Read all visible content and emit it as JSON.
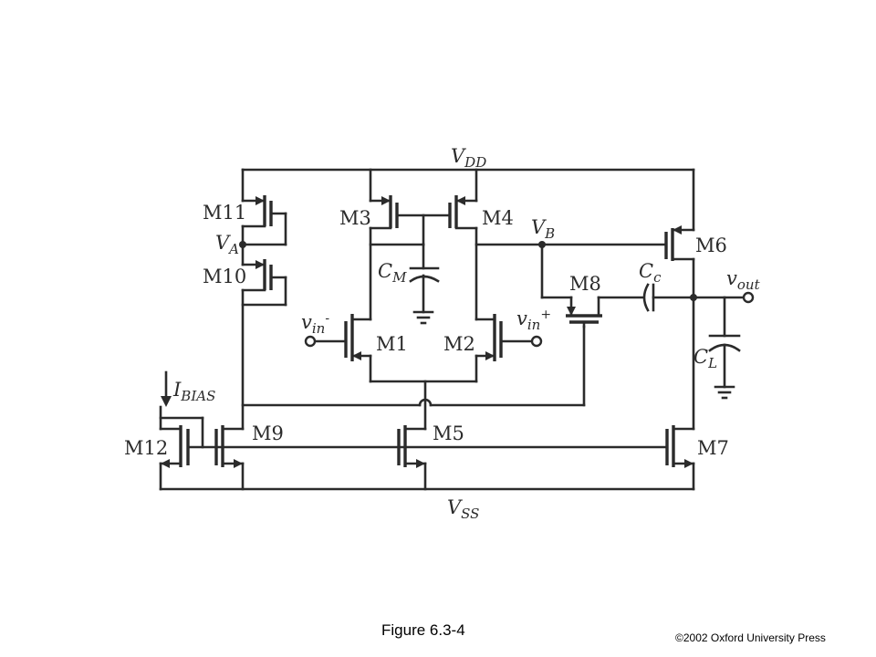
{
  "figure": {
    "caption": "Figure 6.3-4",
    "copyright": "©2002 Oxford University Press"
  },
  "labels": {
    "vdd": {
      "main": "V",
      "sub": "DD"
    },
    "vss": {
      "main": "V",
      "sub": "SS"
    },
    "va": {
      "main": "V",
      "sub": "A"
    },
    "vb": {
      "main": "V",
      "sub": "B"
    },
    "cm": {
      "main": "C",
      "sub": "M"
    },
    "cc": {
      "main": "C",
      "sub": "c"
    },
    "cl": {
      "main": "C",
      "sub": "L"
    },
    "ibias": {
      "main": "I",
      "sub": "BIAS"
    },
    "vout": {
      "main": "v",
      "sub": "out"
    },
    "vin_minus": {
      "main": "v",
      "sub": "in",
      "sup": "-"
    },
    "vin_plus": {
      "main": "v",
      "sub": "in",
      "sup": "+"
    }
  },
  "transistors": [
    "M11",
    "M10",
    "M3",
    "M4",
    "M6",
    "M8",
    "M1",
    "M2",
    "M12",
    "M9",
    "M5",
    "M7"
  ]
}
